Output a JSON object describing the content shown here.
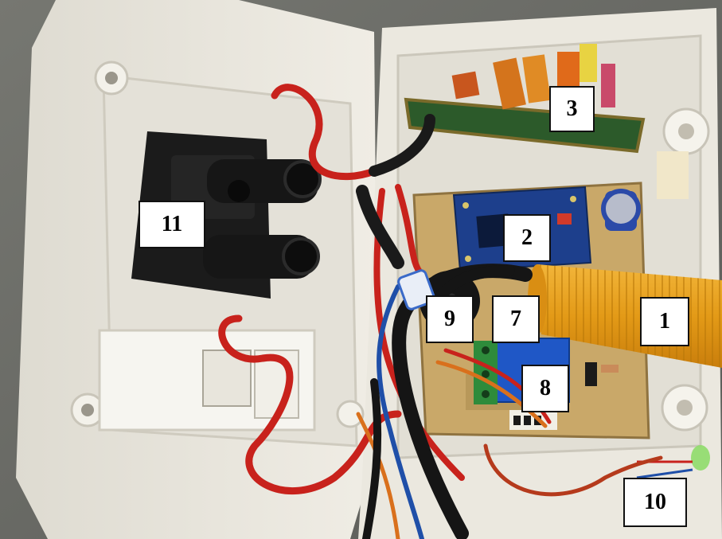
{
  "photo": {
    "subject_icon": "electronics-enclosure-photo",
    "colors": {
      "enclosure": "#e9e6dc",
      "pcb": "#c9a869",
      "wire_red": "#c8221c",
      "wire_black": "#151515",
      "wire_blue": "#1f4fa8",
      "sensor_orange": "#e8a21f",
      "arduino_blue": "#1d3f8c",
      "relay_blue": "#1f57c6",
      "terminal_green": "#2e8b3b"
    }
  },
  "callouts": [
    {
      "id": "1",
      "label": "1"
    },
    {
      "id": "2",
      "label": "2"
    },
    {
      "id": "3",
      "label": "3"
    },
    {
      "id": "7",
      "label": "7"
    },
    {
      "id": "8",
      "label": "8"
    },
    {
      "id": "9",
      "label": "9"
    },
    {
      "id": "10",
      "label": "10"
    },
    {
      "id": "11",
      "label": "11"
    }
  ]
}
